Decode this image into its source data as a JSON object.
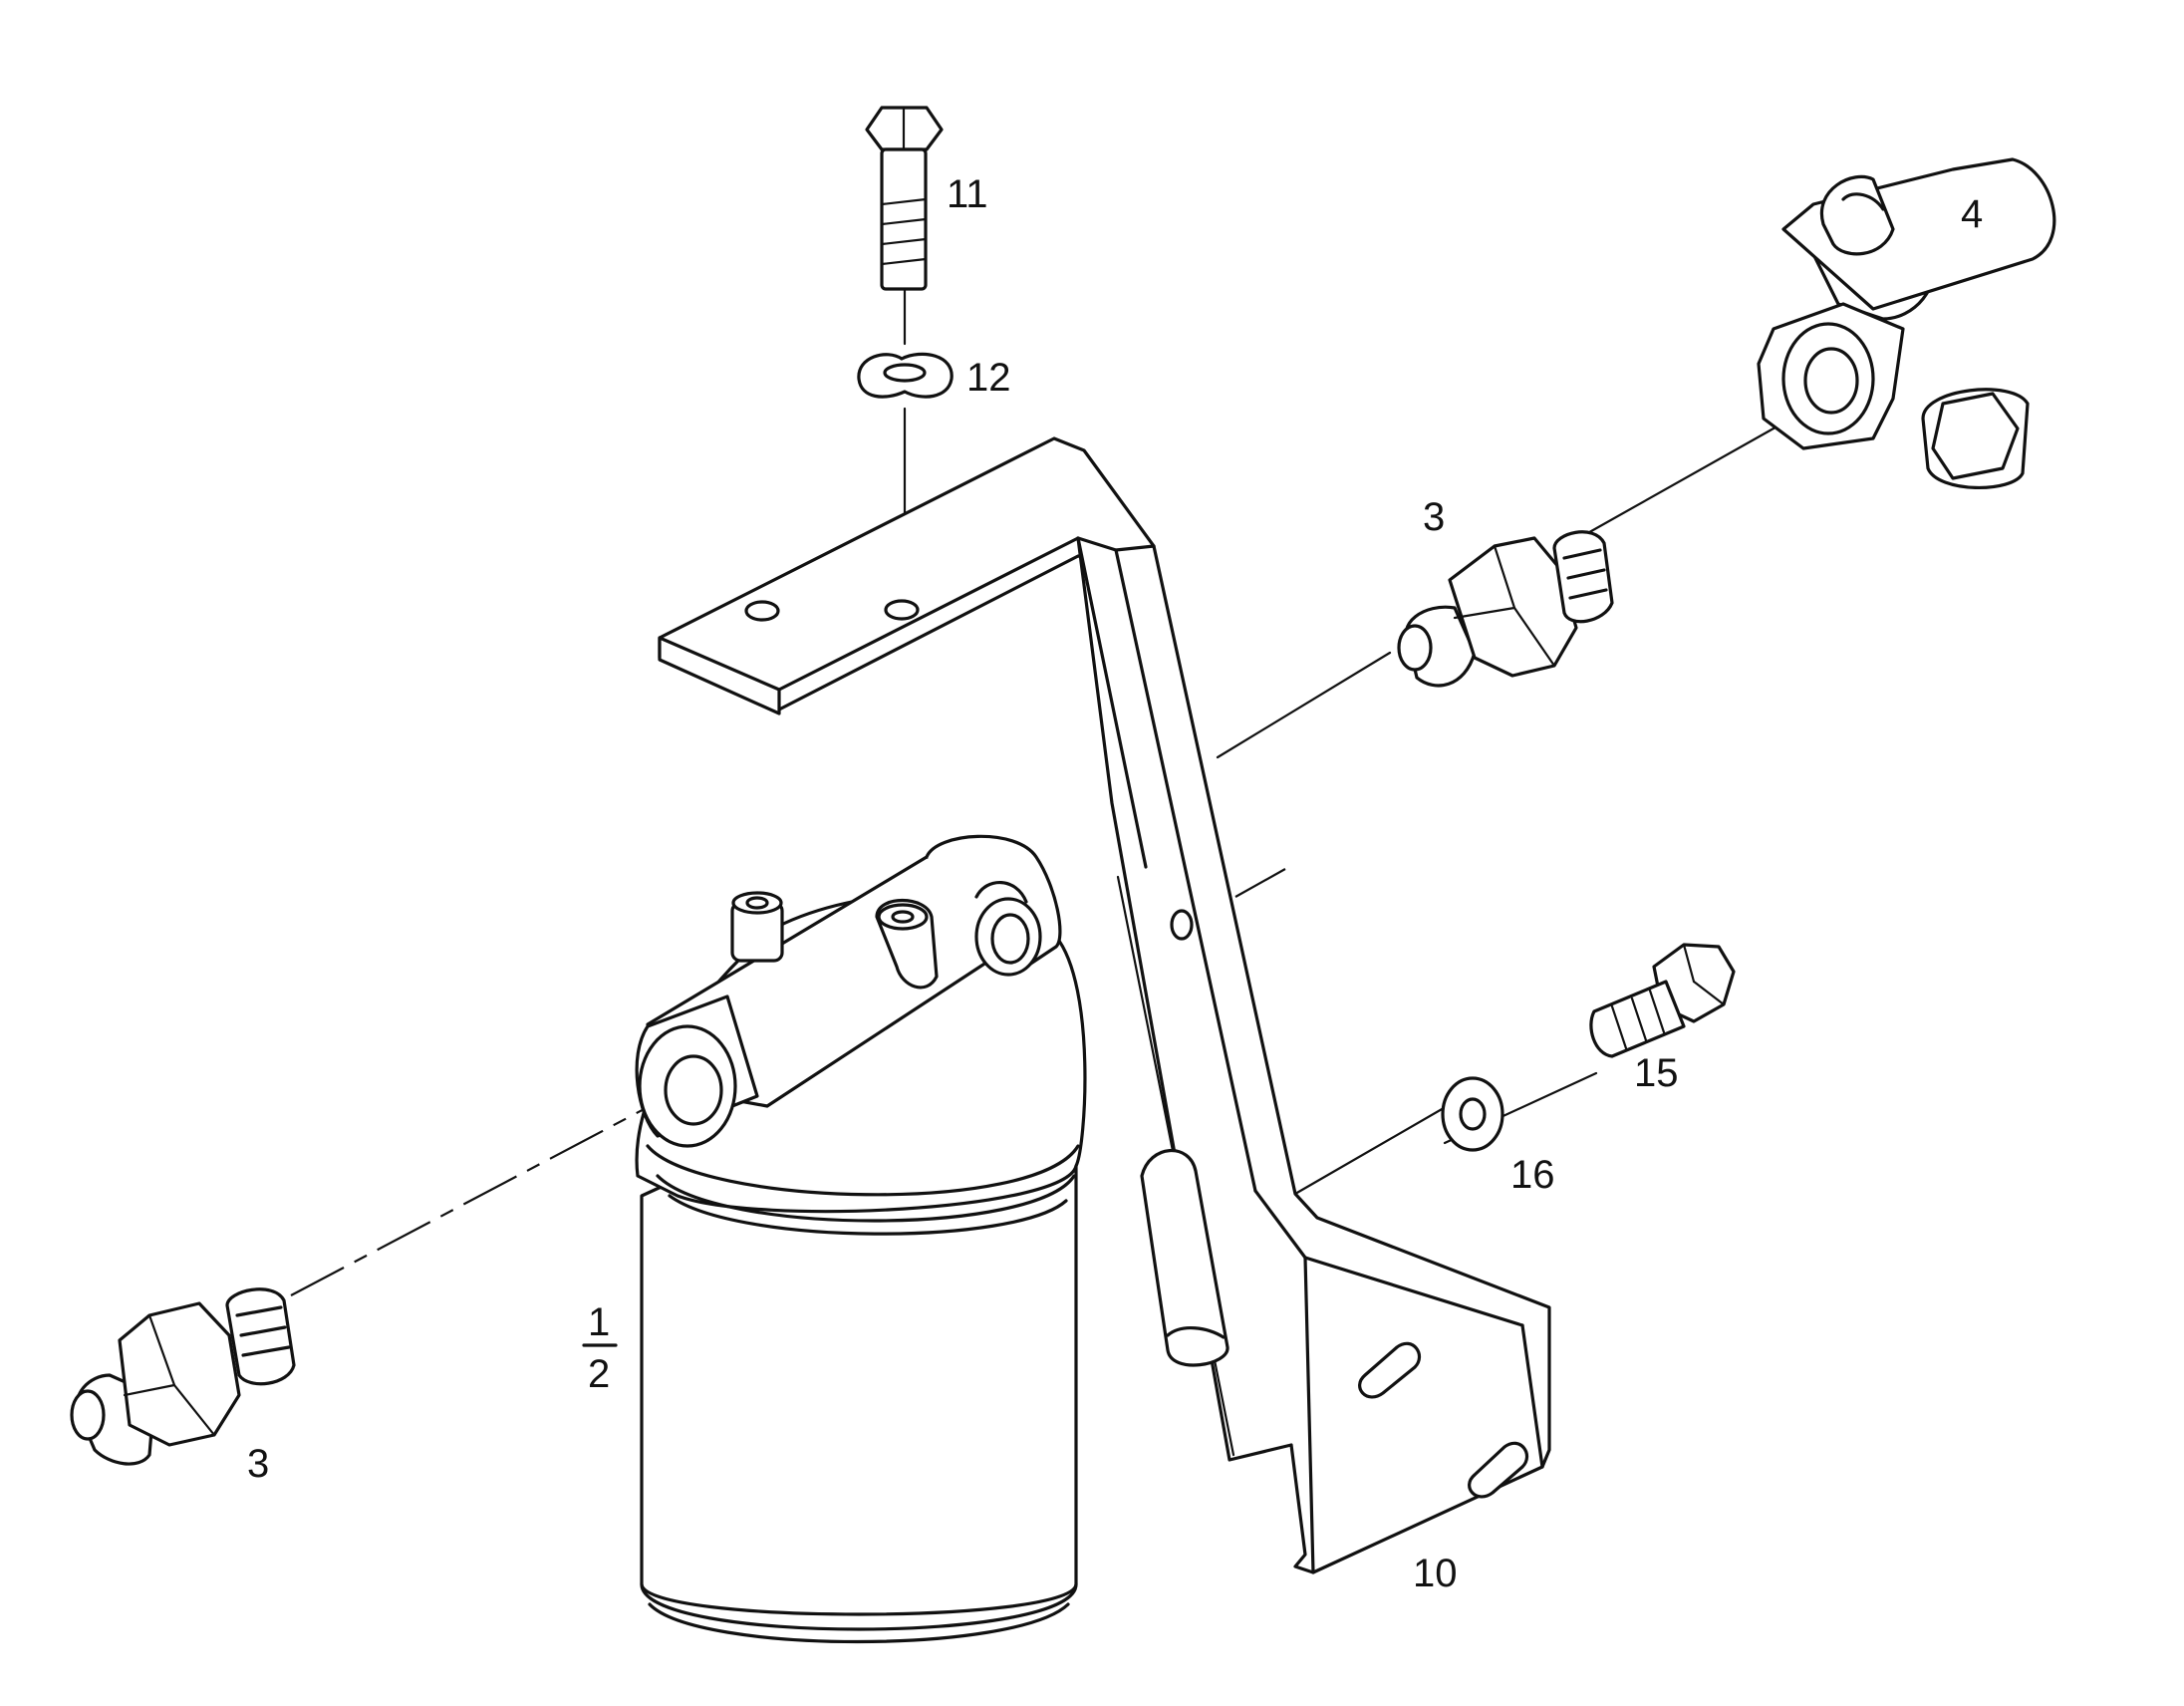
{
  "callouts": {
    "p11": "11",
    "p12": "12",
    "p4": "4",
    "p3_top": "3",
    "p3_bottom": "3",
    "p1": "1",
    "p2": "2",
    "p15": "15",
    "p16": "16",
    "p10": "10"
  },
  "colors": {
    "ink": "#111111",
    "paper": "#ffffff"
  }
}
